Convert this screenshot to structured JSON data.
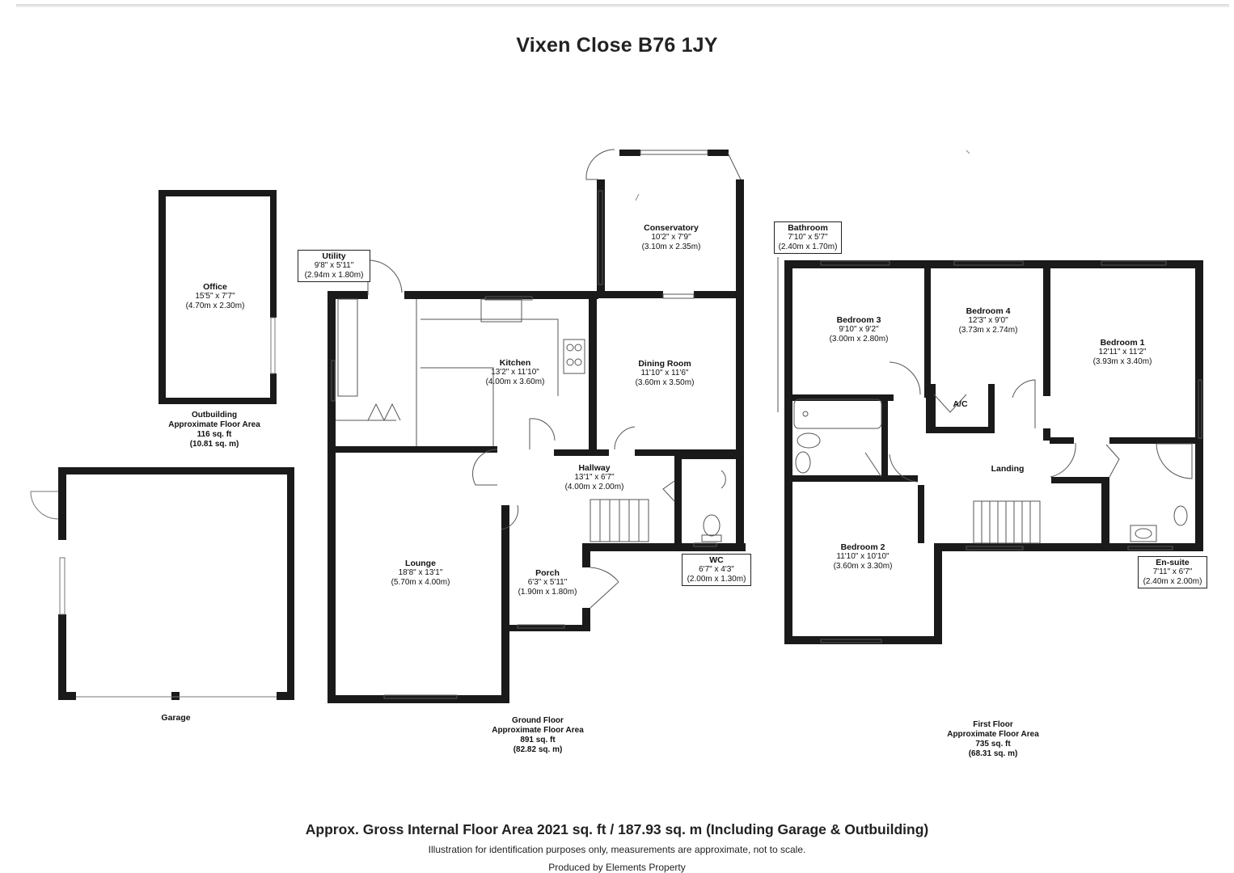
{
  "title": "Vixen Close B76 1JY",
  "rooms": {
    "office": {
      "name": "Office",
      "imperial": "15'5\" x 7'7\"",
      "metric": "(4.70m x 2.30m)"
    },
    "utility": {
      "name": "Utility",
      "imperial": "9'8\" x 5'11\"",
      "metric": "(2.94m x 1.80m)"
    },
    "conservatory": {
      "name": "Conservatory",
      "imperial": "10'2\" x 7'9\"",
      "metric": "(3.10m x 2.35m)"
    },
    "kitchen": {
      "name": "Kitchen",
      "imperial": "13'2\" x 11'10\"",
      "metric": "(4.00m x 3.60m)"
    },
    "dining": {
      "name": "Dining Room",
      "imperial": "11'10\" x 11'6\"",
      "metric": "(3.60m x 3.50m)"
    },
    "hallway": {
      "name": "Hallway",
      "imperial": "13'1\" x 6'7\"",
      "metric": "(4.00m x 2.00m)"
    },
    "lounge": {
      "name": "Lounge",
      "imperial": "18'8\" x 13'1\"",
      "metric": "(5.70m x 4.00m)"
    },
    "porch": {
      "name": "Porch",
      "imperial": "6'3\" x 5'11\"",
      "metric": "(1.90m x 1.80m)"
    },
    "wc": {
      "name": "WC",
      "imperial": "6'7\" x 4'3\"",
      "metric": "(2.00m x 1.30m)"
    },
    "garage": {
      "name": "Garage"
    },
    "bathroom": {
      "name": "Bathroom",
      "imperial": "7'10\" x 5'7\"",
      "metric": "(2.40m x 1.70m)"
    },
    "bedroom3": {
      "name": "Bedroom 3",
      "imperial": "9'10\" x 9'2\"",
      "metric": "(3.00m x 2.80m)"
    },
    "bedroom4": {
      "name": "Bedroom 4",
      "imperial": "12'3\" x 9'0\"",
      "metric": "(3.73m x 2.74m)"
    },
    "bedroom1": {
      "name": "Bedroom 1",
      "imperial": "12'11\" x 11'2\"",
      "metric": "(3.93m x 3.40m)"
    },
    "ac": {
      "name": "A/C"
    },
    "landing": {
      "name": "Landing"
    },
    "bedroom2": {
      "name": "Bedroom 2",
      "imperial": "11'10\" x 10'10\"",
      "metric": "(3.60m x 3.30m)"
    },
    "ensuite": {
      "name": "En-suite",
      "imperial": "7'11\" x 6'7\"",
      "metric": "(2.40m x 2.00m)"
    }
  },
  "areas": {
    "outbuilding": {
      "name": "Outbuilding",
      "label": "Approximate Floor Area",
      "sqft": "116 sq. ft",
      "sqm": "(10.81 sq. m)"
    },
    "ground": {
      "name": "Ground Floor",
      "label": "Approximate Floor Area",
      "sqft": "891 sq. ft",
      "sqm": "(82.82 sq. m)"
    },
    "first": {
      "name": "First Floor",
      "label": "Approximate Floor Area",
      "sqft": "735 sq. ft",
      "sqm": "(68.31 sq. m)"
    }
  },
  "footer": {
    "gross": "Approx. Gross Internal Floor Area 2021 sq. ft / 187.93 sq. m (Including Garage & Outbuilding)",
    "disclaimer": "Illustration for identification purposes only, measurements are approximate, not to scale.",
    "producer": "Produced by Elements Property"
  },
  "colors": {
    "wall": "#1a1a1a",
    "window": "#888888",
    "background": "#ffffff"
  }
}
